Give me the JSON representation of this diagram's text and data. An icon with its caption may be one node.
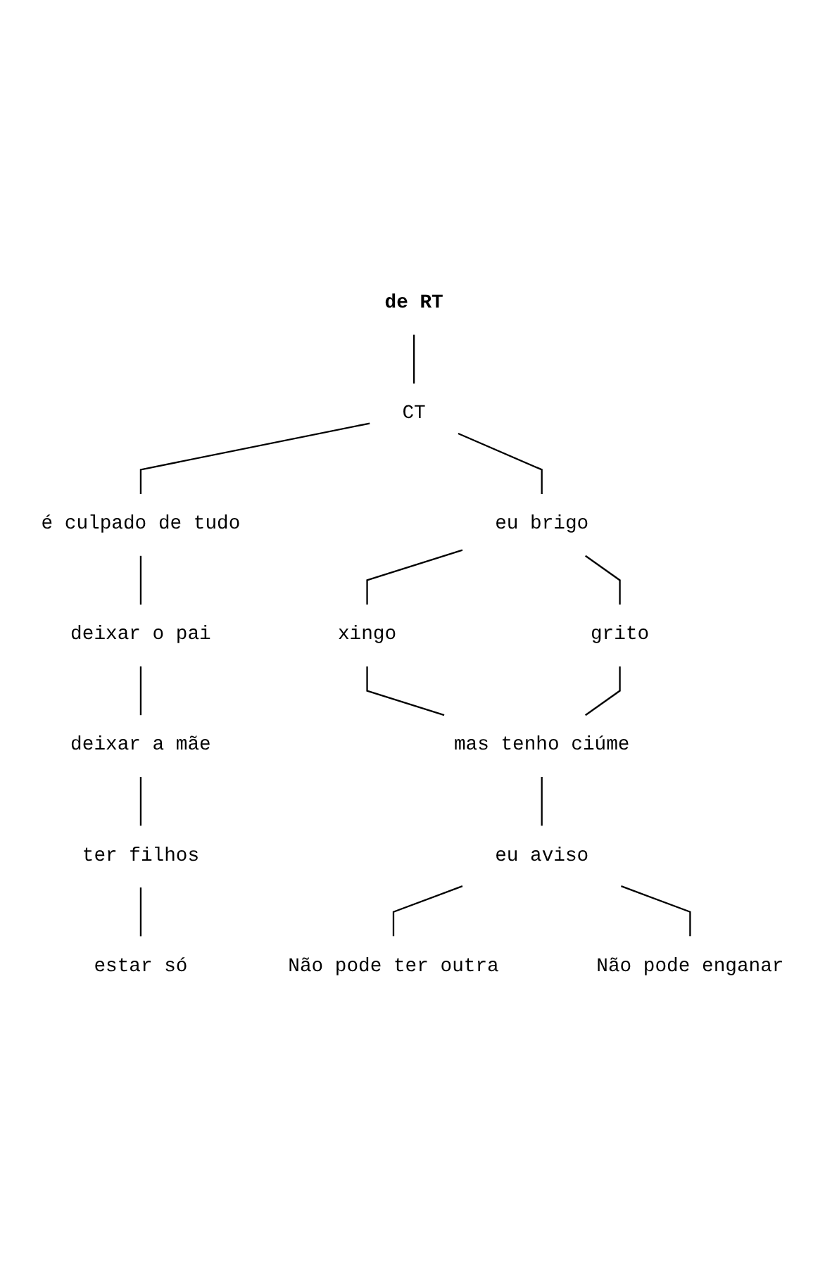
{
  "diagram": {
    "nodes": [
      {
        "text": [
          "de RT"
        ]
      },
      {
        "text": [
          "CT"
        ]
      },
      {
        "text": [
          "é culpado de tudo"
        ]
      },
      {
        "text": [
          "eu brigo"
        ]
      },
      {
        "text": [
          "deixar o pai"
        ]
      },
      {
        "text": [
          "deixar a mãe"
        ]
      },
      {
        "text": [
          "ter filhos"
        ]
      },
      {
        "text": [
          "estar só"
        ]
      },
      {
        "text": [
          "xingo"
        ]
      },
      {
        "text": [
          "grito"
        ]
      },
      {
        "text": [
          "mas tenho ciúme"
        ]
      },
      {
        "text": [
          "eu aviso"
        ]
      },
      {
        "text": [
          "Não pode ter outra"
        ]
      },
      {
        "text": [
          "Não pode enganar"
        ]
      }
    ],
    "edges": [
      {
        "from": 0,
        "to": 1,
        "arrow": "none"
      },
      {
        "from": 1,
        "to": 2,
        "arrow": "none"
      },
      {
        "from": 1,
        "to": 3,
        "arrow": "none"
      },
      {
        "from": 2,
        "to": 4,
        "arrow": "none"
      },
      {
        "from": 4,
        "to": 5,
        "arrow": "none"
      },
      {
        "from": 5,
        "to": 6,
        "arrow": "none"
      },
      {
        "from": 6,
        "to": 7,
        "arrow": "none"
      },
      {
        "from": 3,
        "to": 8,
        "arrow": "none"
      },
      {
        "from": 3,
        "to": 9,
        "arrow": "none"
      },
      {
        "from": 8,
        "to": 10,
        "arrow": "none"
      },
      {
        "from": 9,
        "to": 10,
        "arrow": "none"
      },
      {
        "from": 10,
        "to": 11,
        "arrow": "none"
      },
      {
        "from": 11,
        "to": 12,
        "arrow": "none"
      },
      {
        "from": 11,
        "to": 13,
        "arrow": "none"
      }
    ]
  }
}
